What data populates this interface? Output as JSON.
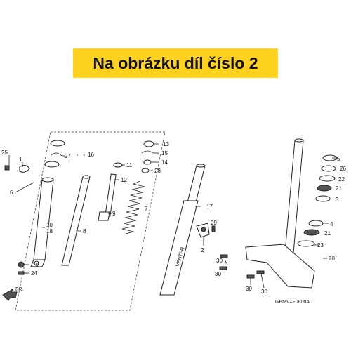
{
  "banner": {
    "text": "Na obrázku díl číslo 2",
    "background": "#FFD21F"
  },
  "callouts": {
    "c1": "1",
    "c2": "2",
    "c3": "3",
    "c4": "4",
    "c5": "5",
    "c6": "6",
    "c7": "7",
    "c8": "8",
    "c9": "9",
    "c10": "10",
    "c11": "11",
    "c12": "12",
    "c13": "13",
    "c14": "14",
    "c15": "15",
    "c16": "16",
    "c17": "17",
    "c18": "18",
    "c19": "19",
    "c20": "20",
    "c21a": "21",
    "c21b": "21",
    "c22": "22",
    "c23": "23",
    "c24": "24",
    "c25": "25",
    "c26": "26",
    "c27": "27",
    "c28": "28",
    "c29": "29",
    "c30a": "30",
    "c30b": "30",
    "c30c": "30",
    "c30d": "30"
  },
  "fork_text": "VENTER",
  "arrow_label": "FR.",
  "diagram_code": "GBMV–F0800A"
}
